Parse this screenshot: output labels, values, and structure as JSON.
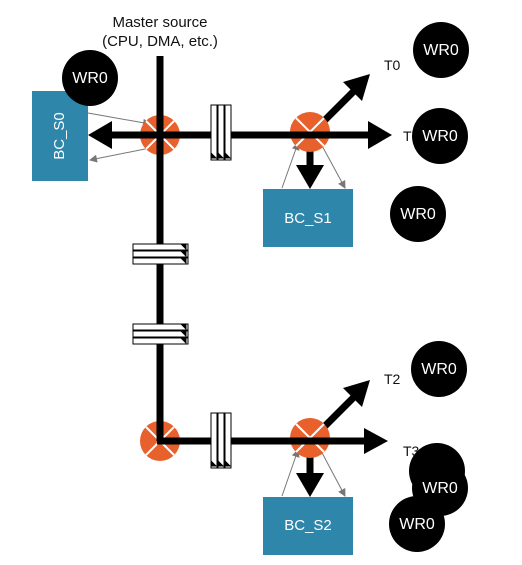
{
  "master": {
    "line1": "Master source",
    "line2": "(CPU, DMA, etc.)"
  },
  "boxes": {
    "s0": "BC_S0",
    "s1": "BC_S1",
    "s2": "BC_S2"
  },
  "targets": {
    "t0": "T0",
    "t1": "T",
    "t2": "T2",
    "t3": "T3"
  },
  "tokens": {
    "a": "WR0",
    "b": "WR0",
    "c": "WR0",
    "d": "WR0",
    "e": "WR0",
    "f": "WR0",
    "g": "WR0",
    "h": "WR0"
  },
  "colors": {
    "box": "#2e86ab",
    "node": "#e8602c",
    "line": "#000000",
    "token": "#000000",
    "thin-arrow": "#777777"
  }
}
